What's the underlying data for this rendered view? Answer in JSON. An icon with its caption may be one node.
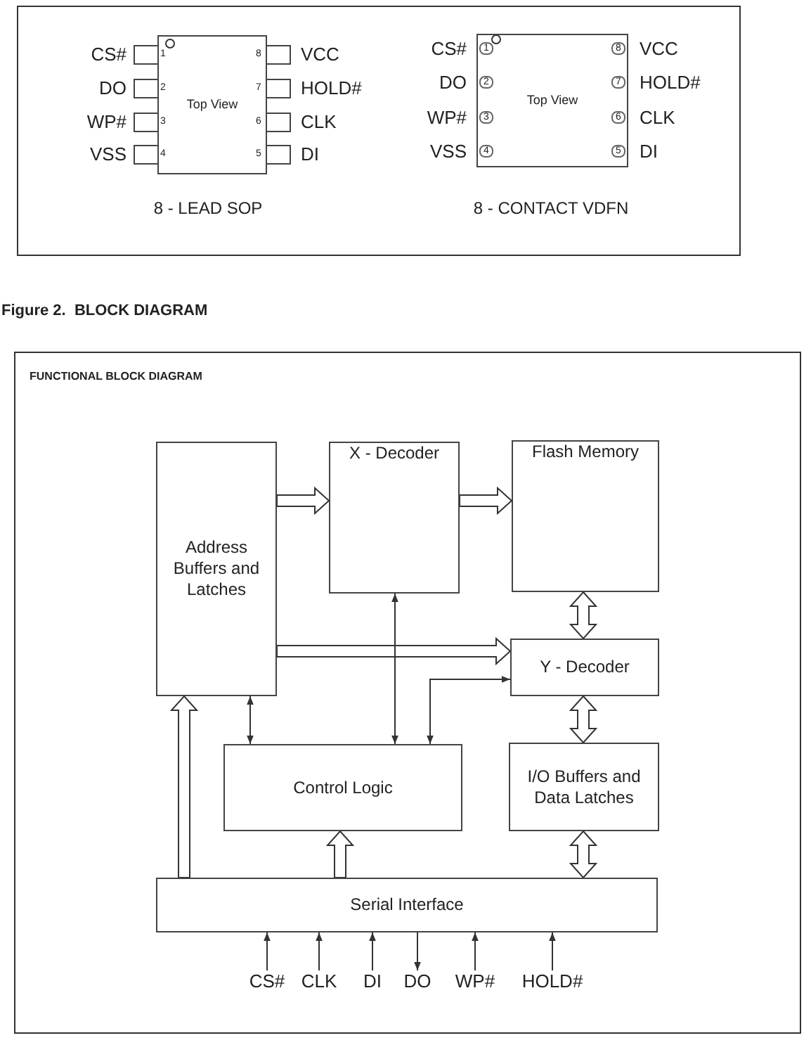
{
  "diagram": {
    "title": "Figure 2.  BLOCK DIAGRAM",
    "nodes": [
      {
        "text": [
          "Top View"
        ],
        "beside": [
          "8 - LEAD SOP"
        ]
      },
      {
        "text": [
          "Top View"
        ],
        "beside": [
          "8 - CONTACT VDFN"
        ]
      },
      {
        "text": [
          "FUNCTIONAL BLOCK DIAGRAM"
        ]
      },
      {
        "text": [
          "Address Buffers and Latches"
        ],
        "in": 2
      },
      {
        "text": [
          "X - Decoder"
        ],
        "in": 2
      },
      {
        "text": [
          "Flash Memory"
        ],
        "in": 2
      },
      {
        "text": [
          "Y - Decoder"
        ],
        "in": 2
      },
      {
        "text": [
          "Control Logic"
        ],
        "in": 2
      },
      {
        "text": [
          "I/O Buffers and Data Latches"
        ],
        "in": 2
      },
      {
        "text": [
          "Serial Interface"
        ],
        "in": 2
      },
      {
        "text": [
          "CS#"
        ],
        "in": 2
      },
      {
        "text": [
          "CLK"
        ],
        "in": 2
      },
      {
        "text": [
          "DI"
        ],
        "in": 2
      },
      {
        "text": [
          "DO"
        ],
        "in": 2
      },
      {
        "text": [
          "WP#"
        ],
        "in": 2
      },
      {
        "text": [
          "HOLD#"
        ],
        "in": 2
      }
    ],
    "edges": [
      {
        "from": 3,
        "to": 4,
        "arrow": "to",
        "style": "thick"
      },
      {
        "from": 4,
        "to": 5,
        "arrow": "to",
        "style": "thick"
      },
      {
        "from": 5,
        "to": 6,
        "arrow": "both",
        "style": "thick"
      },
      {
        "from": 3,
        "to": 6,
        "arrow": "to",
        "style": "thick"
      },
      {
        "from": 3,
        "to": 7,
        "arrow": "both"
      },
      {
        "from": 7,
        "to": 4,
        "arrow": "both"
      },
      {
        "from": 7,
        "to": 6,
        "arrow": "both"
      },
      {
        "from": 6,
        "to": 8,
        "arrow": "both",
        "style": "thick"
      },
      {
        "from": 8,
        "to": 9,
        "arrow": "both",
        "style": "thick"
      },
      {
        "from": 9,
        "to": 7,
        "arrow": "to",
        "style": "thick"
      },
      {
        "from": 9,
        "to": 3,
        "arrow": "to",
        "style": "thick"
      },
      {
        "from": 10,
        "to": 9,
        "arrow": "to"
      },
      {
        "from": 11,
        "to": 9,
        "arrow": "to"
      },
      {
        "from": 12,
        "to": 9,
        "arrow": "to"
      },
      {
        "from": 9,
        "to": 13,
        "arrow": "to"
      },
      {
        "from": 14,
        "to": 9,
        "arrow": "to"
      },
      {
        "from": 15,
        "to": 9,
        "arrow": "to"
      }
    ],
    "labels": [
      "CS#",
      "1",
      "8",
      "VCC",
      "DO",
      "2",
      "7",
      "HOLD#",
      "WP#",
      "3",
      "6",
      "CLK",
      "VSS",
      "4",
      "5",
      "DI",
      "CS#",
      "1",
      "8",
      "VCC",
      "DO",
      "2",
      "7",
      "HOLD#",
      "WP#",
      "3",
      "6",
      "CLK",
      "VSS",
      "4",
      "5",
      "DI"
    ]
  }
}
